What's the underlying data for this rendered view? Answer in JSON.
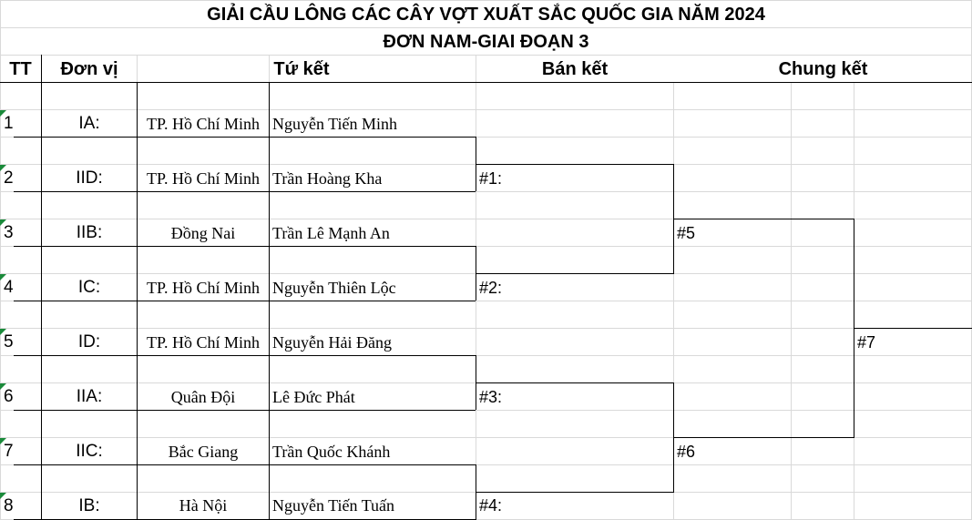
{
  "title_line1": "GIẢI CẦU LÔNG CÁC CÂY VỢT XUẤT SẮC QUỐC GIA NĂM 2024",
  "title_line2": "ĐƠN NAM-GIAI ĐOẠN 3",
  "headers": {
    "tt": "TT",
    "unit": "Đơn vị",
    "quarterfinal": "Tứ kết",
    "semifinal": "Bán kết",
    "final": "Chung kết"
  },
  "players": [
    {
      "tt": "1",
      "code": "IA:",
      "unit": "TP. Hồ Chí Minh",
      "name": "Nguyễn Tiến Minh"
    },
    {
      "tt": "2",
      "code": "IID:",
      "unit": "TP. Hồ Chí Minh",
      "name": "Trần Hoàng Kha"
    },
    {
      "tt": "3",
      "code": "IIB:",
      "unit": "Đồng Nai",
      "name": "Trần Lê Mạnh An"
    },
    {
      "tt": "4",
      "code": "IC:",
      "unit": "TP. Hồ Chí Minh",
      "name": "Nguyễn Thiên Lộc"
    },
    {
      "tt": "5",
      "code": "ID:",
      "unit": "TP. Hồ Chí Minh",
      "name": "Nguyễn Hải Đăng"
    },
    {
      "tt": "6",
      "code": "IIA:",
      "unit": "Quân Đội",
      "name": "Lê Đức Phát"
    },
    {
      "tt": "7",
      "code": "IIC:",
      "unit": "Bắc Giang",
      "name": "Trần Quốc Khánh"
    },
    {
      "tt": "8",
      "code": "IB:",
      "unit": "Hà Nội",
      "name": "Nguyễn Tiến Tuấn"
    }
  ],
  "quarterfinal_matches": [
    "#1:",
    "#2:",
    "#3:",
    "#4:"
  ],
  "semifinal_matches": [
    "#5",
    "#6"
  ],
  "final_match": "#7",
  "colors": {
    "gridline": "#d9d9d9",
    "border": "#000000",
    "comment_indicator": "#1a8a3a"
  }
}
